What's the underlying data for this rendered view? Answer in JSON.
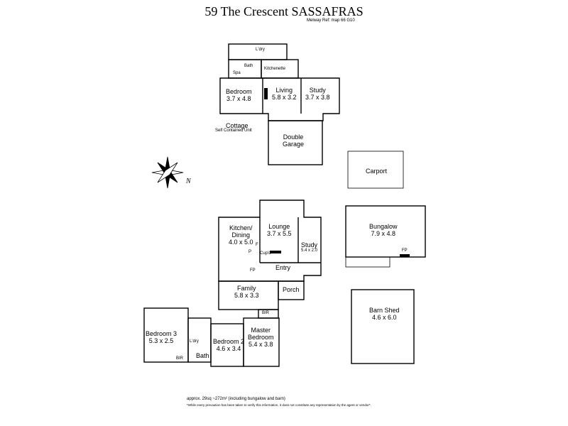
{
  "header": {
    "title": "59 The Crescent SASSAFRAS",
    "melway": "Melway Ref: map 66 G10"
  },
  "cottage": {
    "laundry": "L'dry",
    "bath": "Bath",
    "spa": "Spa",
    "kitchenette": "Kitchenette",
    "bedroom": {
      "name": "Bedroom",
      "dim": "3.7 x 4.8"
    },
    "living": {
      "name": "Living",
      "dim": "5.8 x 3.2"
    },
    "study": {
      "name": "Study",
      "dim": "3.7 x 3.8"
    },
    "label": "Cottage",
    "sublabel": "Self Contained Unit",
    "garage": "Double\nGarage"
  },
  "carport": "Carport",
  "compass": {
    "north": "N"
  },
  "house": {
    "lounge": {
      "name": "Lounge",
      "dim": "3.7 x 5.5"
    },
    "kitchen": {
      "name": "Kitchen/\nDining",
      "dim": "4.0 x 5.0"
    },
    "study": {
      "name": "Study",
      "dim": "5.4 x 2.0"
    },
    "entry": "Entry",
    "porch": "Porch",
    "family": {
      "name": "Family",
      "dim": "5.8 x 3.3"
    },
    "bir": "BIR",
    "master": {
      "name": "Master\nBedroom",
      "dim": "5.4 x 3.8"
    },
    "bedroom2": {
      "name": "Bedroom 2",
      "dim": "4.6 x 3.4"
    },
    "bedroom3": {
      "name": "Bedroom 3",
      "dim": "5.3 x 2.5"
    },
    "laundry": "L'dry",
    "bath": "Bath",
    "bir3": "BIR",
    "fp": "FP",
    "f": "F",
    "p": "P",
    "cupd": "Cup'd"
  },
  "bungalow": {
    "name": "Bungalow",
    "dim": "7.9 x 4.8",
    "fp": "FP"
  },
  "barn": {
    "name": "Barn Shed",
    "dim": "4.6 x 6.0"
  },
  "footer": {
    "area": "approx. 29sq ~272m² (including bungalow and barn)",
    "disclaimer": "*While every precaution has been taken to verify this information, it does not constitute any representation by the agent or vendor*."
  }
}
